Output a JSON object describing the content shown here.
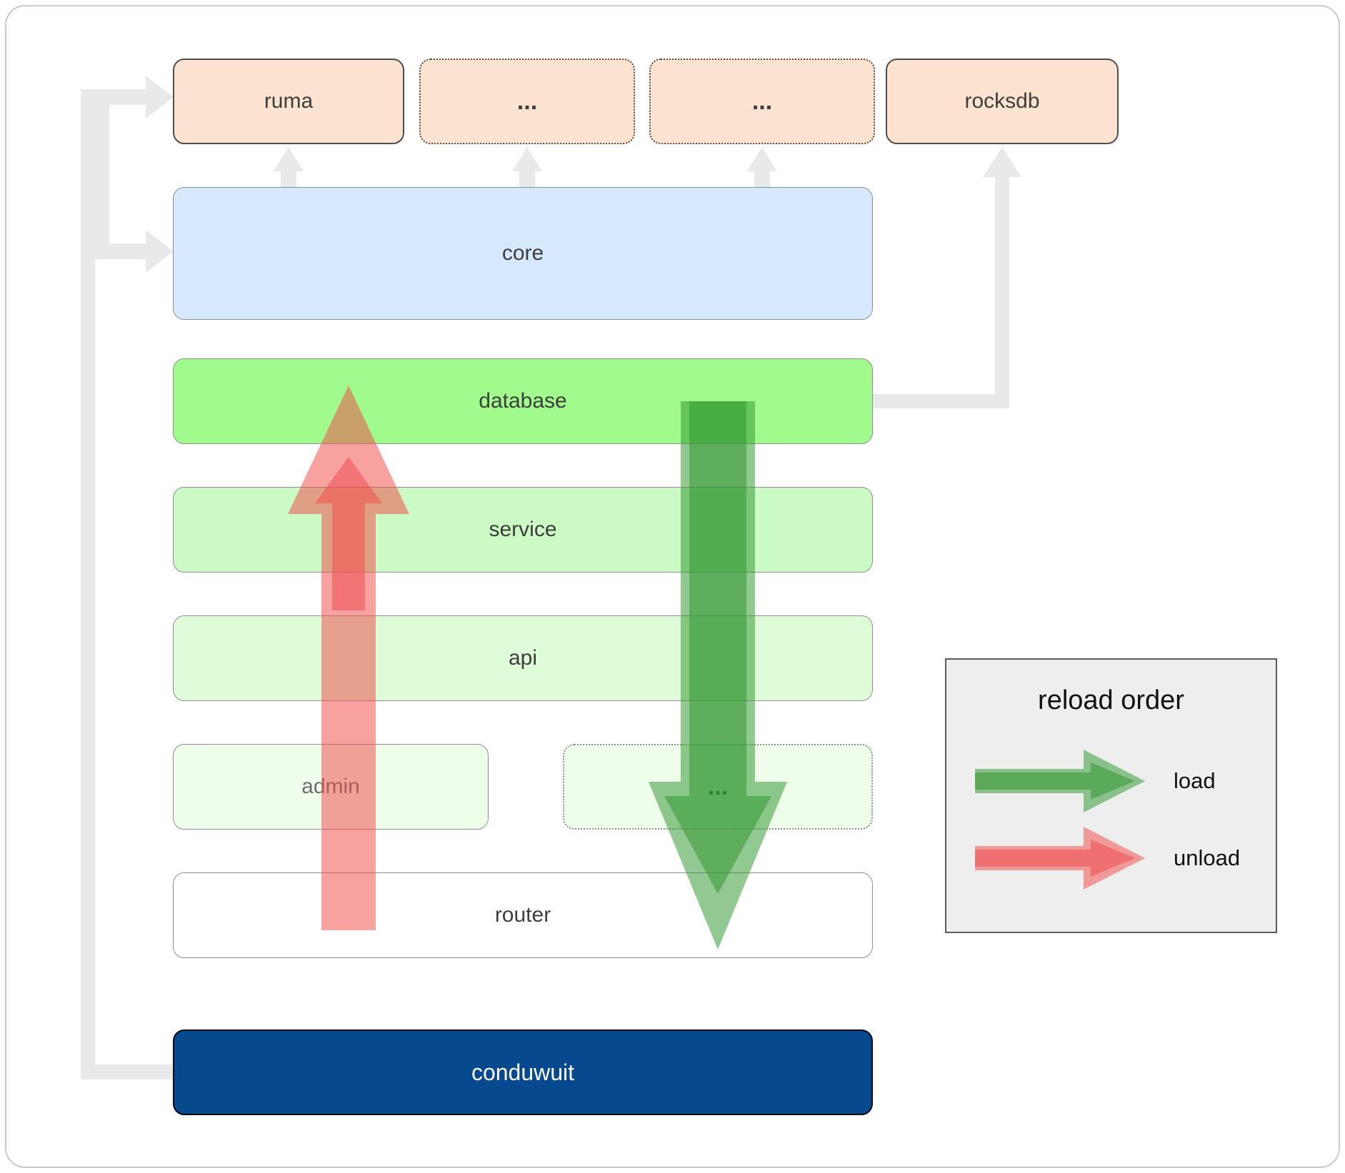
{
  "diagram": {
    "top_row": {
      "ruma": "ruma",
      "ellipsis_1": "...",
      "ellipsis_2": "...",
      "rocksdb": "rocksdb"
    },
    "layers": {
      "core": "core",
      "database": "database",
      "service": "service",
      "api": "api",
      "admin": "admin",
      "ellipsis_mid": "...",
      "router": "router",
      "conduwuit": "conduwuit"
    }
  },
  "legend": {
    "title": "reload order",
    "load_label": "load",
    "unload_label": "unload"
  },
  "colors": {
    "peach": "#fbe3cf",
    "dark-border": "#4d4d4d",
    "blue": "#d6e8fb",
    "gray-border": "#8f8f8f",
    "db-green": "#a0fa8c",
    "service-green": "#ccfac4",
    "api-green": "#dffcd8",
    "admin-green": "#effdeb",
    "router-white": "#ffffff",
    "conduwuit-navy": "#07498f",
    "label-color": "#3d3d3d",
    "admin-label-color": "#6e6e6e",
    "connector-gray": "#e9e9e9",
    "load-green": "#2e962e",
    "unload-red": "#f04a4a",
    "legend-bg": "#eeeeee",
    "legend-border": "#5c5c5c",
    "legend-text": "#111111",
    "frame-border": "#c9c9c9"
  }
}
